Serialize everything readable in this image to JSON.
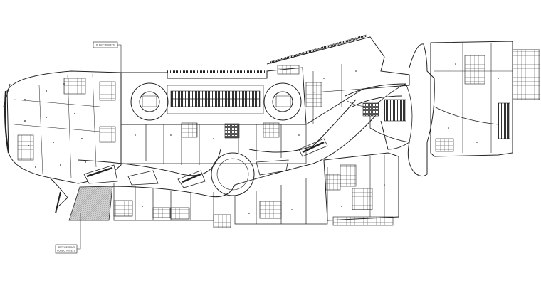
{
  "plan": {
    "labels": {
      "top": "PUBLIC TOILETS",
      "bottom_line1": "SERVICE STAIR",
      "bottom_line2": "PUBLIC TOILETS"
    }
  },
  "colors": {
    "line": "#222222",
    "hatch": "#888888",
    "background": "#ffffff"
  }
}
